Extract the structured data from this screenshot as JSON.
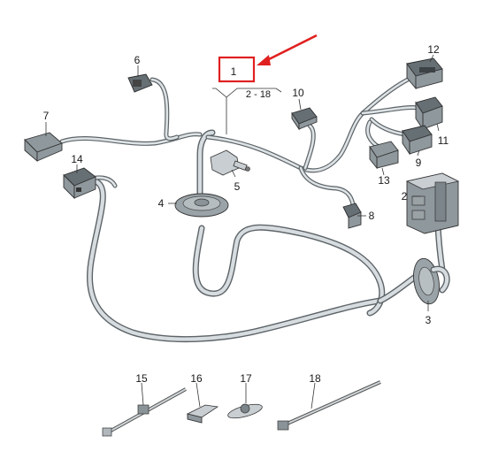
{
  "callouts": {
    "c1": "1",
    "c1_range": "2 - 18",
    "c2": "2",
    "c3": "3",
    "c4": "4",
    "c5": "5",
    "c6": "6",
    "c7": "7",
    "c8": "8",
    "c9": "9",
    "c10": "10",
    "c11": "11",
    "c12": "12",
    "c13": "13",
    "c14": "14",
    "c15": "15",
    "c16": "16",
    "c17": "17",
    "c18": "18"
  },
  "highlight": {
    "box_color": "#e02020",
    "arrow_color": "#e02020"
  }
}
